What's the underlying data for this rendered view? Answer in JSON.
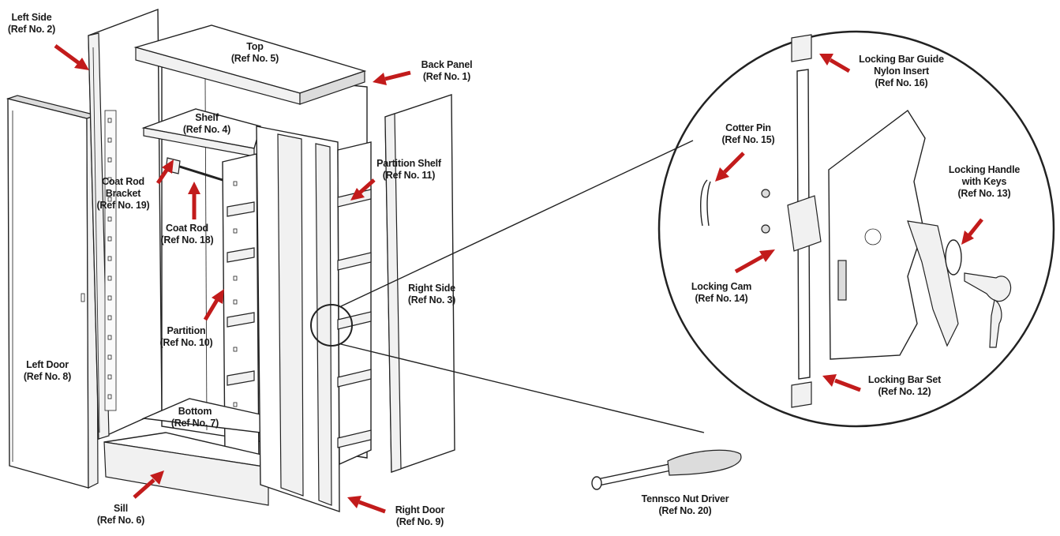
{
  "colors": {
    "arrow": "#c21b1b",
    "line": "#222222",
    "background": "#ffffff"
  },
  "labels": {
    "left_side": [
      "Left Side",
      "(Ref No. 2)"
    ],
    "top": [
      "Top",
      "(Ref No. 5)"
    ],
    "back_panel": [
      "Back Panel",
      "(Ref No. 1)"
    ],
    "shelf": [
      "Shelf",
      "(Ref No. 4)"
    ],
    "coat_rod_bracket": [
      "Coat Rod",
      "Bracket",
      "(Ref No. 19)"
    ],
    "coat_rod": [
      "Coat Rod",
      "(Ref No. 18)"
    ],
    "partition_shelf": [
      "Partition Shelf",
      "(Ref No. 11)"
    ],
    "partition": [
      "Partition",
      "(Ref No. 10)"
    ],
    "right_side": [
      "Right Side",
      "(Ref No. 3)"
    ],
    "left_door": [
      "Left Door",
      "(Ref No. 8)"
    ],
    "bottom": [
      "Bottom",
      "(Ref No. 7)"
    ],
    "sill": [
      "Sill",
      "(Ref No. 6)"
    ],
    "right_door": [
      "Right Door",
      "(Ref No. 9)"
    ],
    "locking_bar_guide": [
      "Locking Bar Guide",
      "Nylon Insert",
      "(Ref No. 16)"
    ],
    "cotter_pin": [
      "Cotter Pin",
      "(Ref No. 15)"
    ],
    "locking_handle": [
      "Locking Handle",
      "with Keys",
      "(Ref No. 13)"
    ],
    "locking_cam": [
      "Locking Cam",
      "(Ref No. 14)"
    ],
    "locking_bar_set": [
      "Locking Bar Set",
      "(Ref No. 12)"
    ],
    "nut_driver": [
      "Tennsco Nut Driver",
      "(Ref No. 20)"
    ]
  }
}
